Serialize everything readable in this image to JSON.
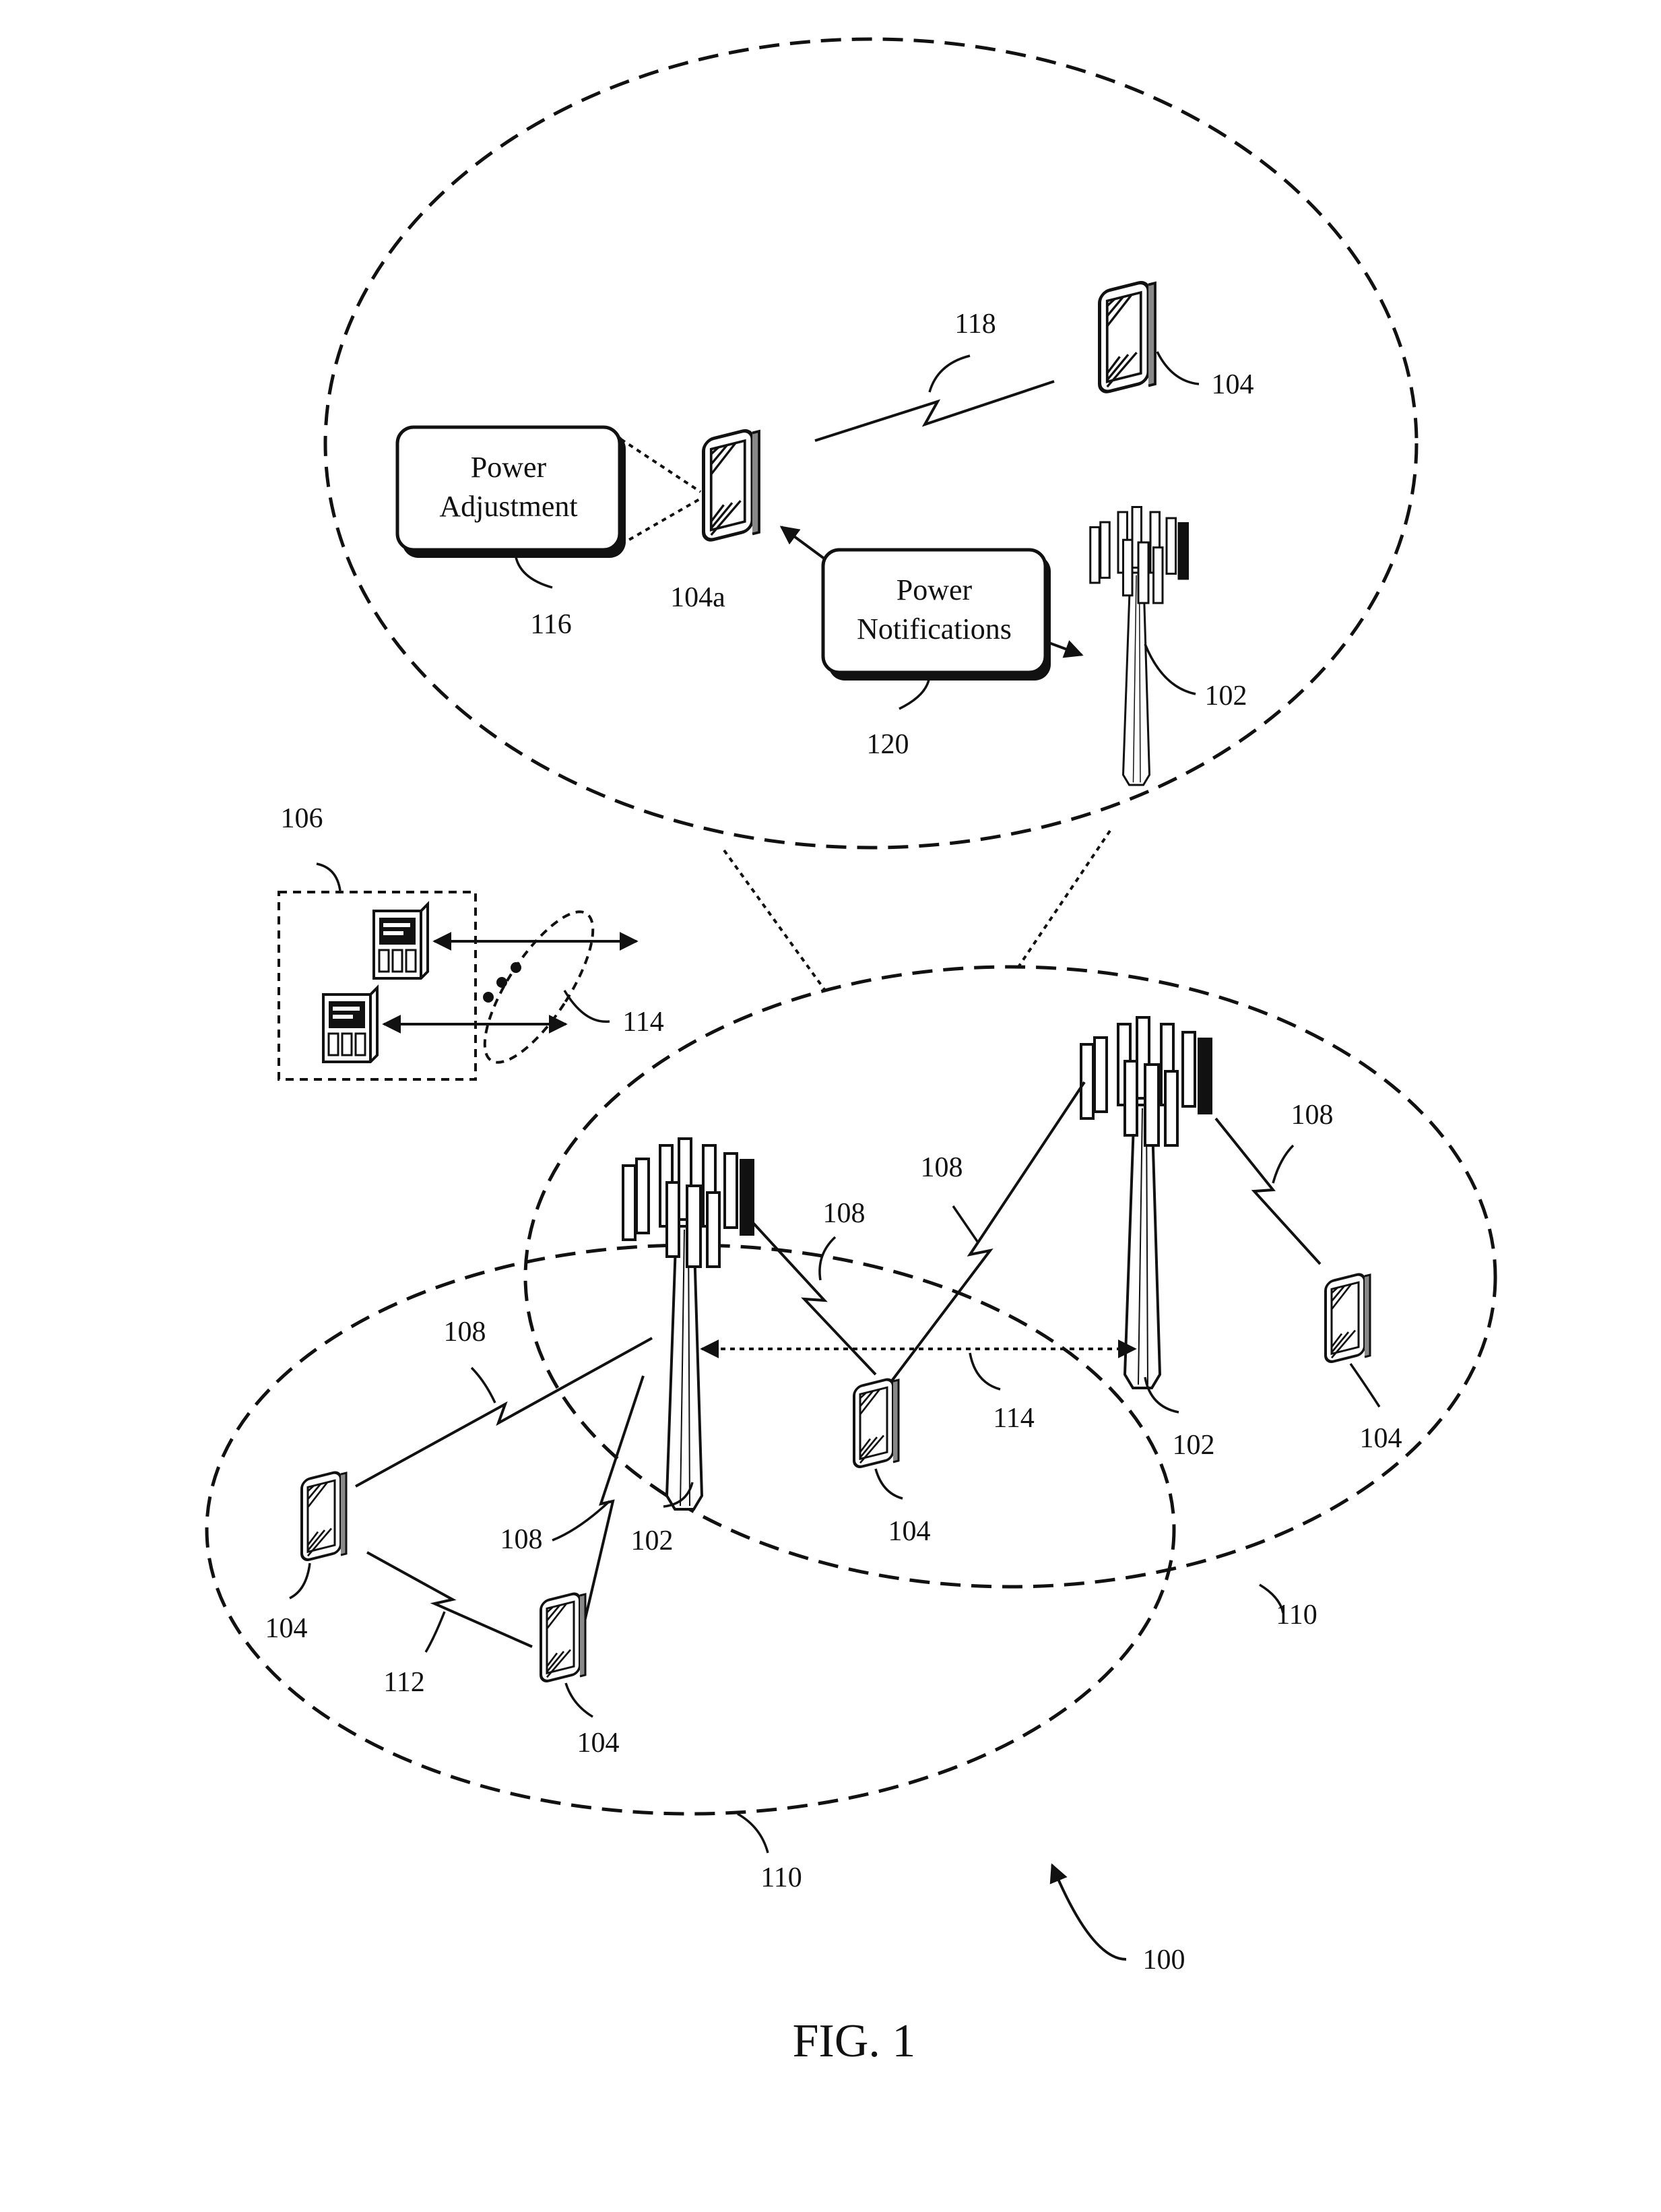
{
  "figure": {
    "caption": "FIG. 1",
    "system_ref": "100"
  },
  "boxes": {
    "power_adjustment": {
      "line1": "Power",
      "line2": "Adjustment",
      "ref": "116"
    },
    "power_notifications": {
      "line1": "Power",
      "line2": "Notifications",
      "ref": "120"
    }
  },
  "refs": {
    "ue_104": "104",
    "ue_104a": "104a",
    "base_station": "102",
    "core_network": "106",
    "comm_link": "108",
    "coverage_area": "110",
    "d2d_link": "112",
    "backhaul": "114",
    "sidelink": "118"
  },
  "colors": {
    "ink": "#111111",
    "background": "#ffffff"
  }
}
